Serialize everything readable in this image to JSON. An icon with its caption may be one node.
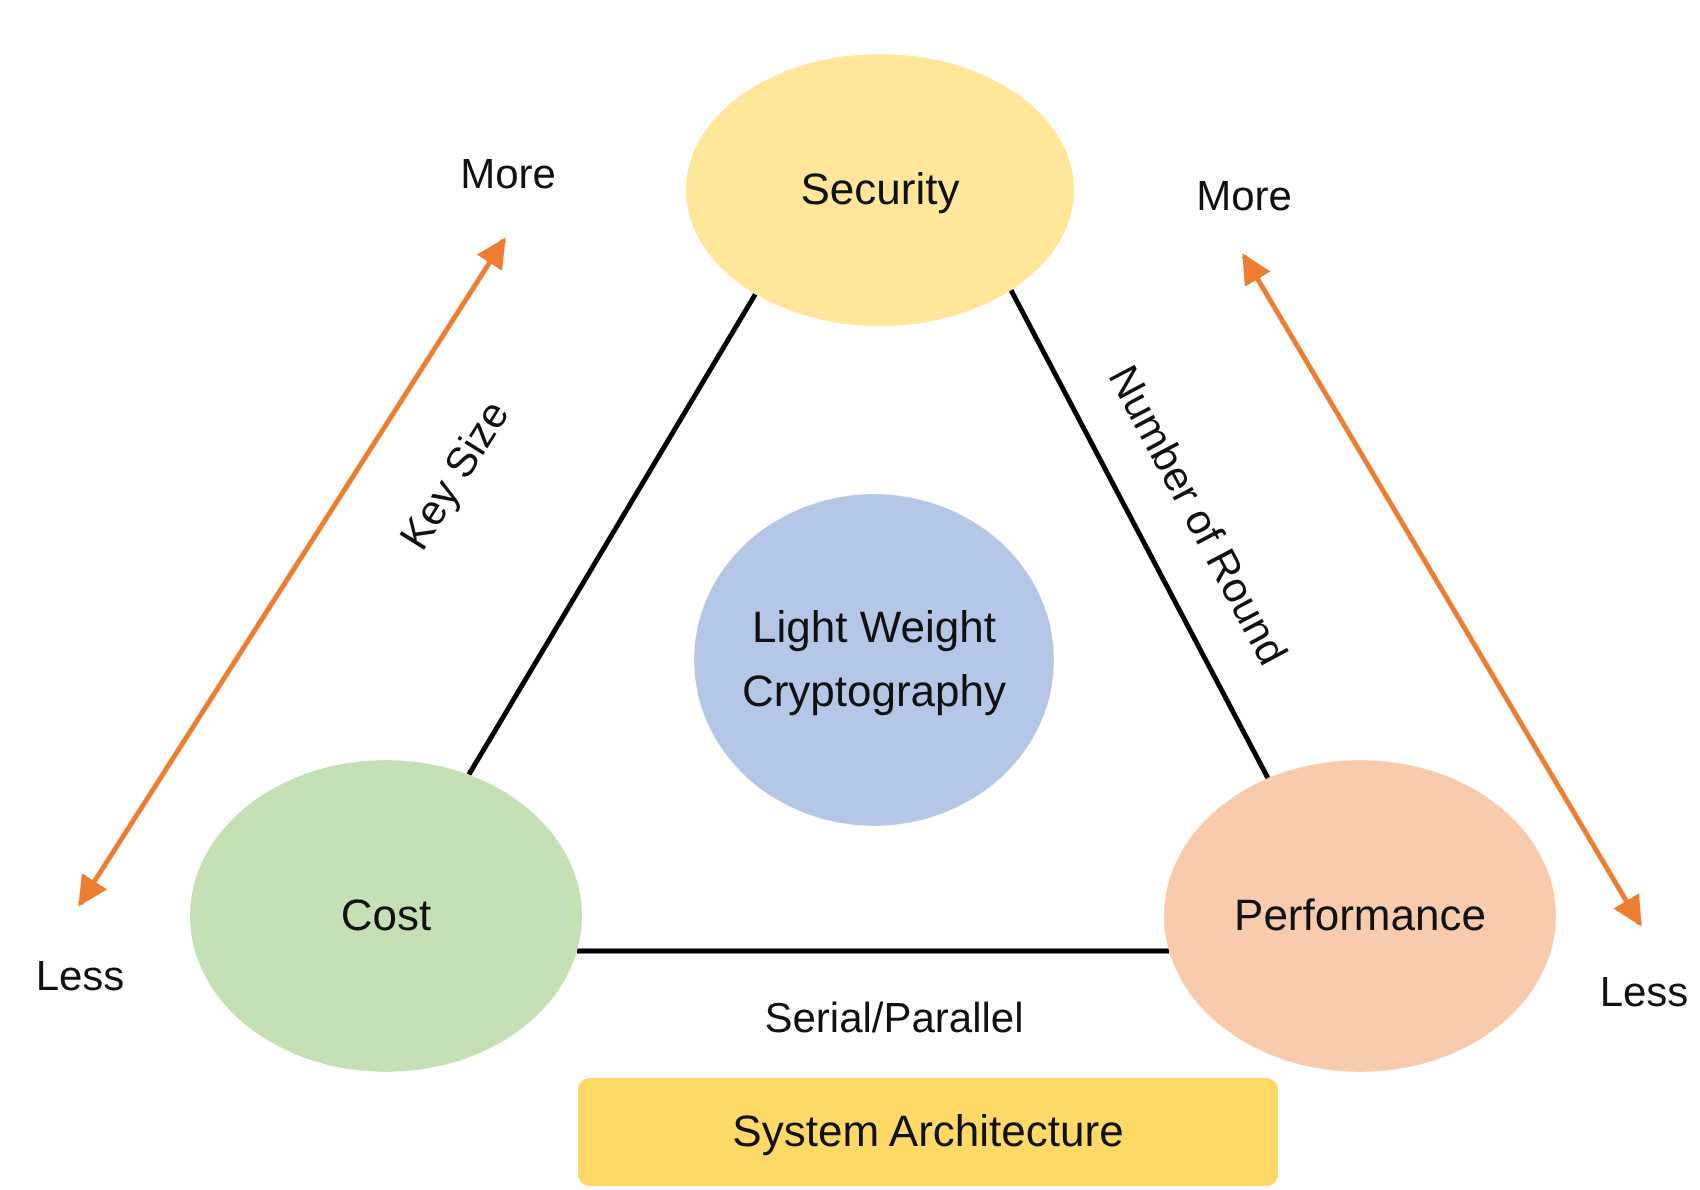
{
  "diagram": {
    "nodes": [
      {
        "text": [
          "Security"
        ]
      },
      {
        "text": [
          "Light Weight Cryptography"
        ]
      },
      {
        "text": [
          "Cost"
        ]
      },
      {
        "text": [
          "Performance"
        ]
      },
      {
        "text": [
          "System Architecture"
        ]
      }
    ],
    "edges": [
      {
        "from": 0,
        "to": 2,
        "arrow": "none",
        "label": "Key Size"
      },
      {
        "from": 0,
        "to": 3,
        "arrow": "none",
        "label": "Number of Round"
      },
      {
        "from": 2,
        "to": 3,
        "arrow": "none",
        "label": "Serial/Parallel"
      }
    ],
    "labels": [
      "More",
      "More",
      "Less",
      "Less"
    ]
  }
}
